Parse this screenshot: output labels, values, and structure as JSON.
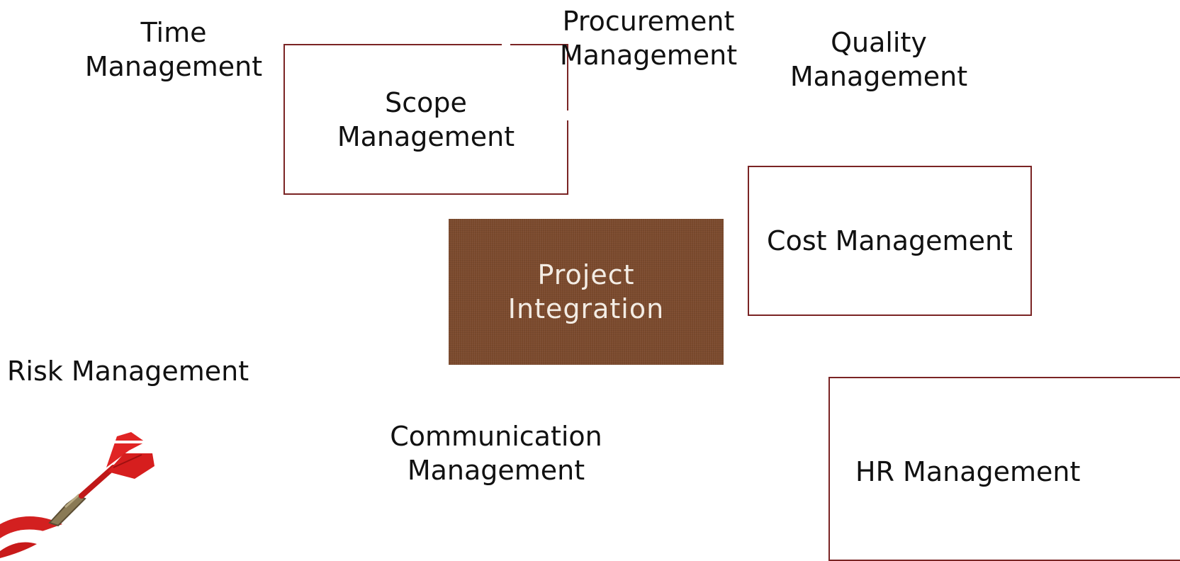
{
  "diagram": {
    "center": {
      "label": "Project\nIntegration"
    },
    "nodes": {
      "time": "Time\nManagement",
      "scope": "Scope\nManagement",
      "procurement": "Procurement\nManagement",
      "quality": "Quality\nManagement",
      "cost": "Cost Management",
      "risk": "Risk Management",
      "communication": "Communication\nManagement",
      "hr": "HR Management"
    },
    "colors": {
      "center_fill": "#7b4a2d",
      "box_border": "#7a2424",
      "dart_red": "#d32020"
    },
    "icons": {
      "dart": "dart-icon"
    }
  }
}
